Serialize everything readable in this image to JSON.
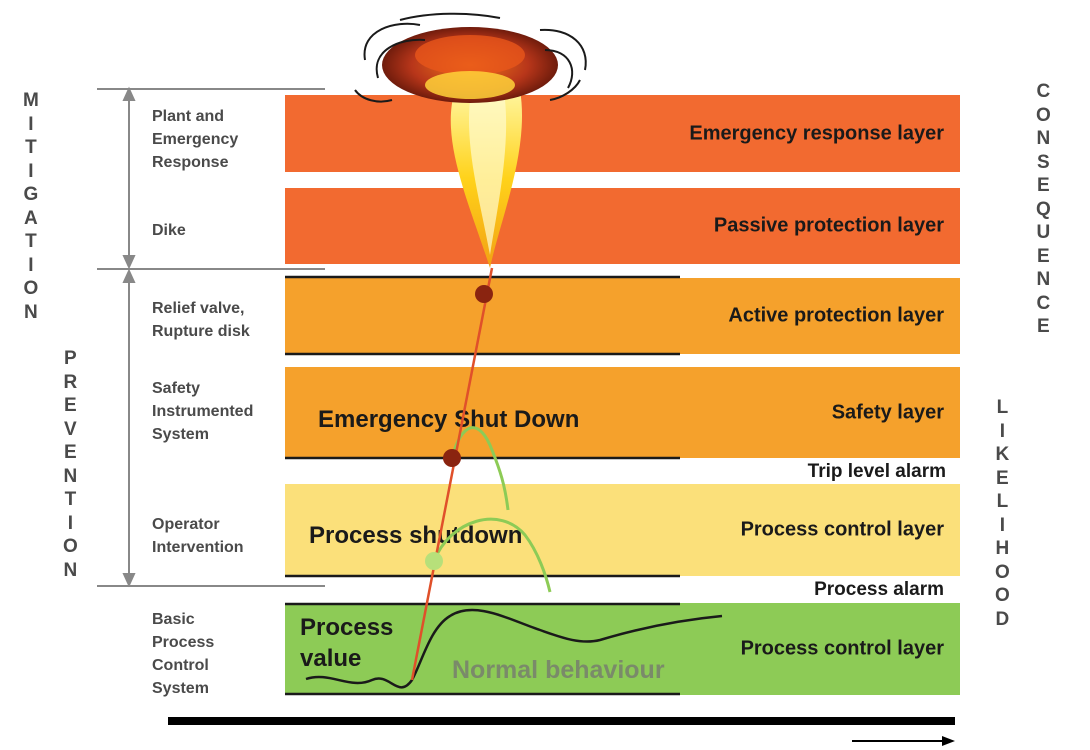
{
  "layers": [
    {
      "id": "emergency",
      "label": "Emergency response layer",
      "color": "#f26a30"
    },
    {
      "id": "passive",
      "label": "Passive protection layer",
      "color": "#f26a30"
    },
    {
      "id": "active",
      "label": "Active protection layer",
      "color": "#f5a12c"
    },
    {
      "id": "safety",
      "label": "Safety layer",
      "color": "#f5a12c"
    },
    {
      "id": "process_control_upper",
      "label": "Process control layer",
      "color": "#fbe07a"
    },
    {
      "id": "process_control_lower",
      "label": "Process control layer",
      "color": "#8dcb56"
    }
  ],
  "alarms": {
    "trip": "Trip level alarm",
    "process": "Process alarm"
  },
  "left_labels": {
    "plant": [
      "Plant and",
      "Emergency",
      "Response"
    ],
    "dike": "Dike",
    "relief": [
      "Relief valve,",
      "Rupture disk"
    ],
    "sis": [
      "Safety",
      "Instrumented",
      "System"
    ],
    "operator": [
      "Operator",
      "Intervention"
    ],
    "bpcs": [
      "Basic",
      "Process",
      "Control",
      "System"
    ]
  },
  "side_words": {
    "mitigation": "MITIGATION",
    "prevention": "PREVENTION",
    "consequence": "CONSEQUENCE",
    "likelihood": "LIKELIHOOD"
  },
  "in_band_text": {
    "esd": "Emergency Shut Down",
    "process_shutdown": "Process shutdown",
    "process_value": [
      "Process",
      "value"
    ],
    "normal_behaviour": "Normal behaviour"
  }
}
